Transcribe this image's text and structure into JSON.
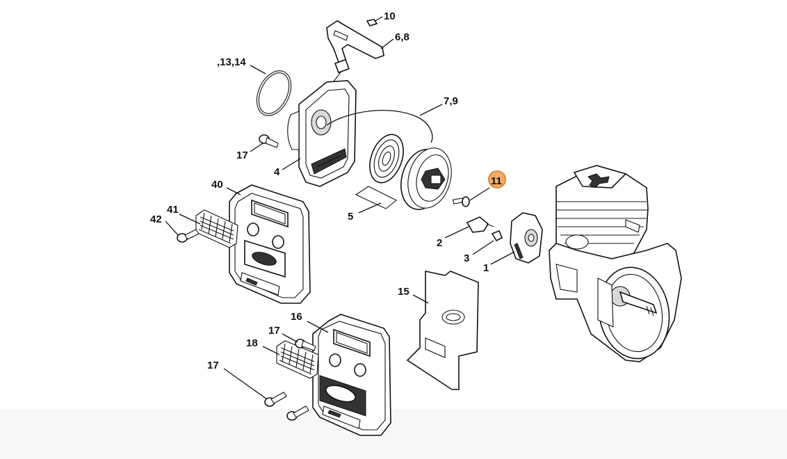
{
  "callouts": [
    {
      "id": "c10",
      "text": "10"
    },
    {
      "id": "c68",
      "text": "6,8"
    },
    {
      "id": "c1314",
      "text": ",13,14"
    },
    {
      "id": "c79",
      "text": "7,9"
    },
    {
      "id": "c17a",
      "text": "17"
    },
    {
      "id": "c4",
      "text": "4"
    },
    {
      "id": "c11",
      "text": "11",
      "highlighted": true
    },
    {
      "id": "c40",
      "text": "40"
    },
    {
      "id": "c5",
      "text": "5"
    },
    {
      "id": "c41",
      "text": "41"
    },
    {
      "id": "c42",
      "text": "42"
    },
    {
      "id": "c2",
      "text": "2"
    },
    {
      "id": "c3",
      "text": "3"
    },
    {
      "id": "c1",
      "text": "1"
    },
    {
      "id": "c15",
      "text": "15"
    },
    {
      "id": "c16",
      "text": "16"
    },
    {
      "id": "c17b",
      "text": "17"
    },
    {
      "id": "c18",
      "text": "18"
    },
    {
      "id": "c17c",
      "text": "17"
    }
  ],
  "colors": {
    "highlight": "#f2a55a",
    "line": "#111111",
    "background": "#ffffff"
  }
}
